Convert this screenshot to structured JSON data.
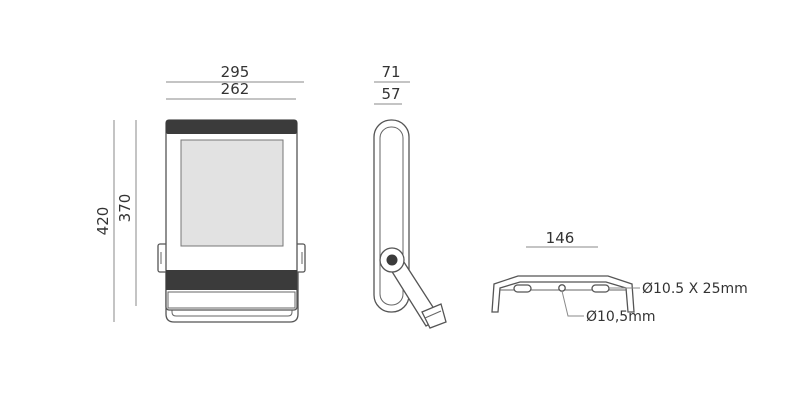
{
  "front_view": {
    "width_outer": "295",
    "width_inner": "262",
    "height_outer": "420",
    "height_inner": "370"
  },
  "side_view": {
    "depth_outer": "71",
    "depth_inner": "57"
  },
  "bracket_view": {
    "width": "146",
    "slot_label": "Ø10.5 X 25mm",
    "hole_label": "Ø10,5mm"
  },
  "colors": {
    "line": "#8a8a8a",
    "outline": "#555555",
    "text": "#333333"
  }
}
